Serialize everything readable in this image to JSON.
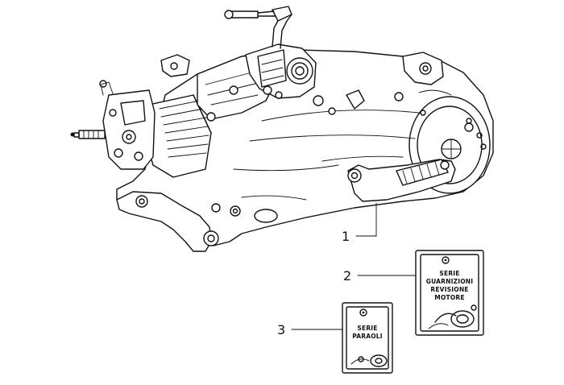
{
  "callouts": [
    {
      "number": "1"
    },
    {
      "number": "2"
    },
    {
      "number": "3"
    }
  ],
  "packages": {
    "gasket_kit": {
      "lines": [
        "SERIE",
        "GUARNIZIONI",
        "REVISIONE",
        "MOTORE"
      ]
    },
    "oil_seal_kit": {
      "lines": [
        "SERIE",
        "PARAOLI"
      ]
    }
  }
}
